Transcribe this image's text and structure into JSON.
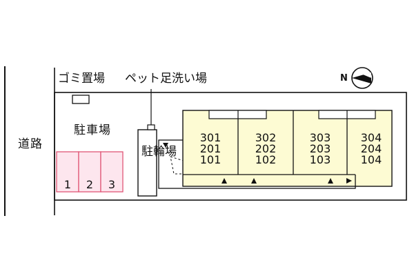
{
  "labels": {
    "road": "道路",
    "garbage": "ゴミ置場",
    "pet_wash": "ペット足洗い場",
    "parking": "駐車場",
    "bicycle": "駐輪場",
    "compass": "N"
  },
  "parking_slots": [
    "1",
    "2",
    "3"
  ],
  "units": [
    [
      "301",
      "201",
      "101"
    ],
    [
      "302",
      "202",
      "102"
    ],
    [
      "303",
      "203",
      "103"
    ],
    [
      "304",
      "204",
      "104"
    ]
  ],
  "colors": {
    "building_fill": "#fdfbd3",
    "parking_fill": "#fde6ee",
    "parking_stroke": "#e05575",
    "line": "#111111"
  }
}
